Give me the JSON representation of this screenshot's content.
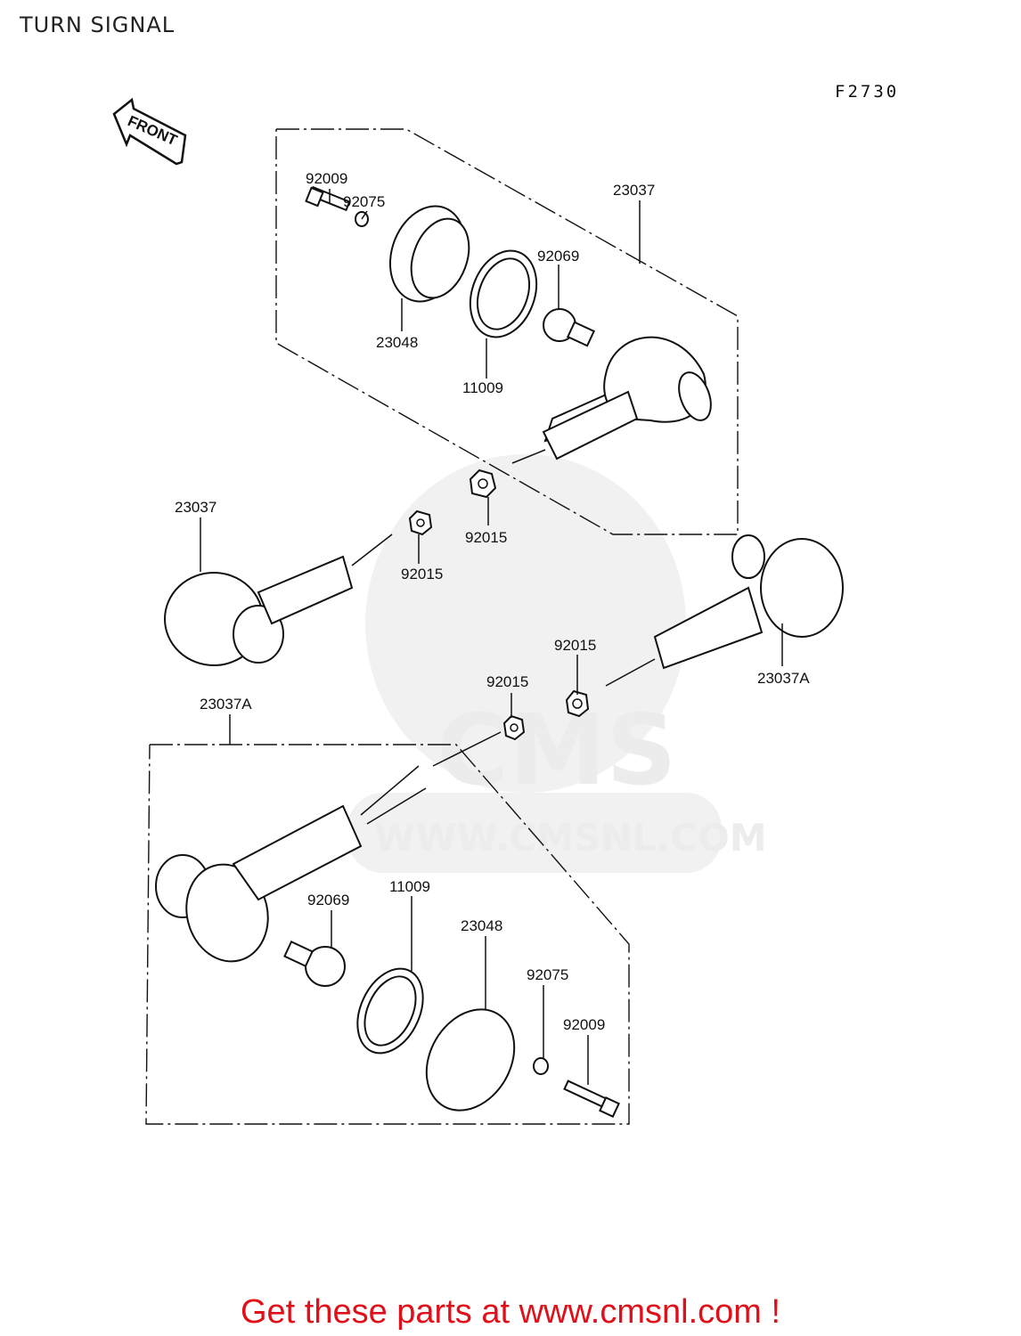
{
  "title": "TURN SIGNAL",
  "figure_code": "F2730",
  "front_arrow_label": "FRONT",
  "watermark": "WWW.CMSNL.COM",
  "watermark_logo": "CMS",
  "footer": "Get these parts at www.cmsnl.com !",
  "colors": {
    "footer": "#e0101a",
    "line": "#111111",
    "watermark": "#ececec"
  },
  "parts": {
    "top_assembly_flasher": "23037",
    "top_screw": "92009",
    "top_washer": "92075",
    "top_lens": "23048",
    "top_gasket": "11009",
    "top_bulb": "92069",
    "top_nut": "92015",
    "left_flasher": "23037",
    "left_nut": "92015",
    "right_flasher": "23037A",
    "right_nut": "92015",
    "bottom_assembly_flasher": "23037A",
    "bottom_nut": "92015",
    "bottom_bulb": "92069",
    "bottom_gasket": "11009",
    "bottom_lens": "23048",
    "bottom_washer": "92075",
    "bottom_screw": "92009"
  }
}
